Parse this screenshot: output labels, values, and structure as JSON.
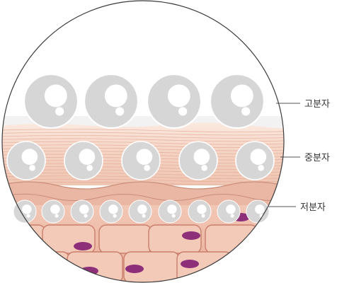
{
  "labels": {
    "high_molecular": "고분자",
    "medium_molecular": "중분자",
    "low_molecular": "저분자"
  },
  "colors": {
    "molecule_fill": "#d6d6d6",
    "molecule_highlight": "#ffffff",
    "skin_light": "#f6dcd0",
    "skin_mid": "#eec0ae",
    "skin_line": "#d99a86",
    "cell_fill": "#f3c9b8",
    "cell_edge": "#c97f6c",
    "nucleus": "#8e2f79",
    "outline": "#3c3c3c",
    "leader_line": "#555555"
  }
}
